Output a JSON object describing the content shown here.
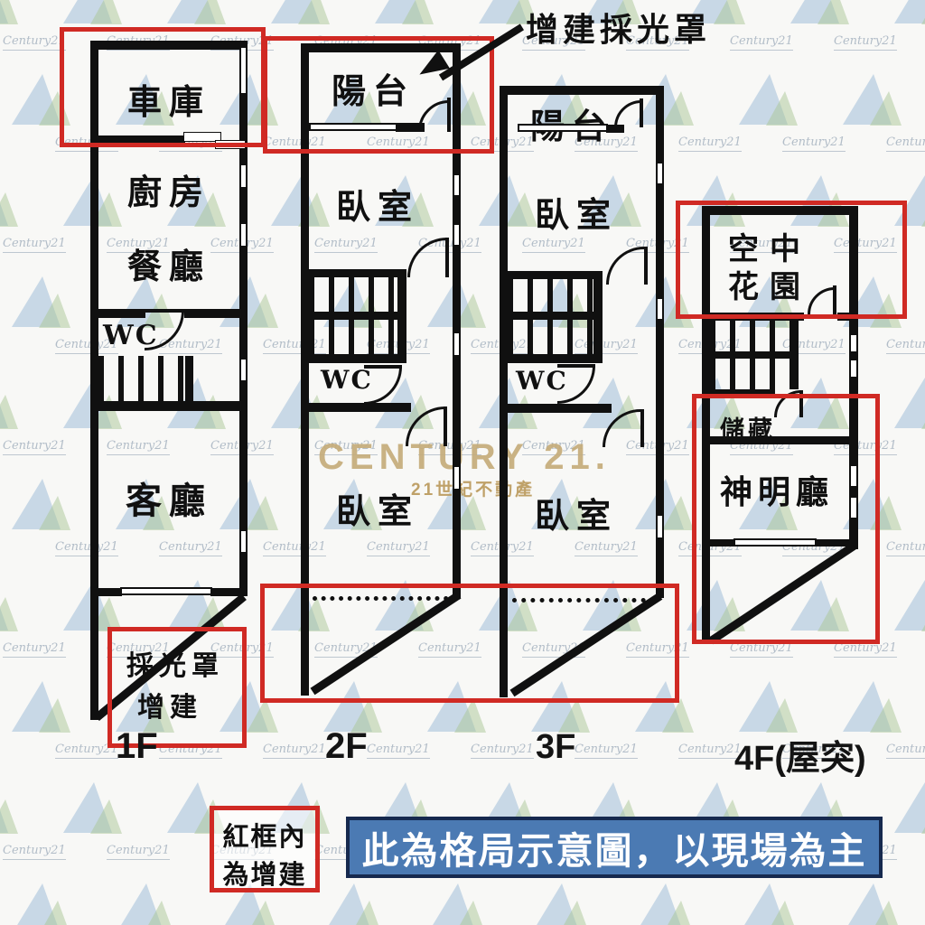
{
  "watermark": {
    "brand": "CENTURY 21.",
    "brand_sub": "21世紀不動產",
    "tile_logo": "Century21"
  },
  "annotations": {
    "top_arrow_label": "增建採光罩",
    "floor1_addition": [
      "採光罩",
      "增建"
    ],
    "legend": [
      "紅框內",
      "為增建"
    ],
    "banner": "此為格局示意圖，以現場為主"
  },
  "floors": [
    {
      "label": "1F",
      "rooms": {
        "garage": "車庫",
        "kitchen": "廚房",
        "dining": "餐廳",
        "wc": "WC",
        "living": "客廳"
      }
    },
    {
      "label": "2F",
      "rooms": {
        "balcony": "陽台",
        "bedroom_front": "臥室",
        "wc": "WC",
        "bedroom_rear": "臥室"
      }
    },
    {
      "label": "3F",
      "rooms": {
        "balcony": "陽台",
        "bedroom_front": "臥室",
        "wc": "WC",
        "bedroom_rear": "臥室"
      }
    },
    {
      "label": "4F(屋突)",
      "rooms": {
        "sky_garden": [
          "空中",
          "花園"
        ],
        "storage": "儲藏",
        "shrine": "神明廳"
      }
    }
  ],
  "colors": {
    "wall": "#101010",
    "addition_red": "#d02a24",
    "banner_bg": "#4b7ab3",
    "banner_border": "#16294e",
    "banner_text": "#ffffff",
    "brand_gold": "#c4ab7a"
  }
}
